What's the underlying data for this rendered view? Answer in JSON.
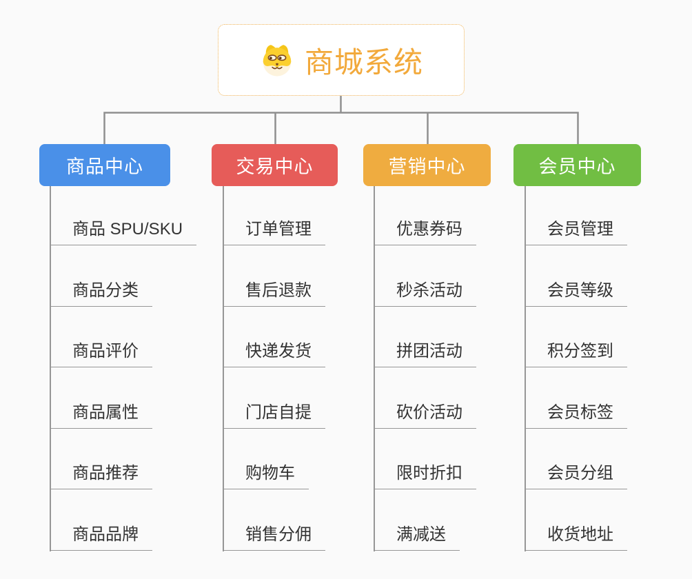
{
  "canvas": {
    "background": "#fafafa"
  },
  "connectors": {
    "color": "#8f8f8f",
    "trunk_color": "#969696"
  },
  "root": {
    "title": "商城系统",
    "title_color": "#F2A93B",
    "border_color": "#F0B254",
    "icon": "dog-face-icon"
  },
  "branches": [
    {
      "id": "product-center",
      "label": "商品中心",
      "color": "#4A90E8",
      "children": [
        "商品 SPU/SKU",
        "商品分类",
        "商品评价",
        "商品属性",
        "商品推荐",
        "商品品牌"
      ]
    },
    {
      "id": "trade-center",
      "label": "交易中心",
      "color": "#E65C59",
      "children": [
        "订单管理",
        "售后退款",
        "快递发货",
        "门店自提",
        "购物车",
        "销售分佣"
      ]
    },
    {
      "id": "marketing-center",
      "label": "营销中心",
      "color": "#EFAC40",
      "children": [
        "优惠券码",
        "秒杀活动",
        "拼团活动",
        "砍价活动",
        "限时折扣",
        "满减送"
      ]
    },
    {
      "id": "member-center",
      "label": "会员中心",
      "color": "#71BE43",
      "children": [
        "会员管理",
        "会员等级",
        "积分签到",
        "会员标签",
        "会员分组",
        "收货地址"
      ]
    }
  ]
}
